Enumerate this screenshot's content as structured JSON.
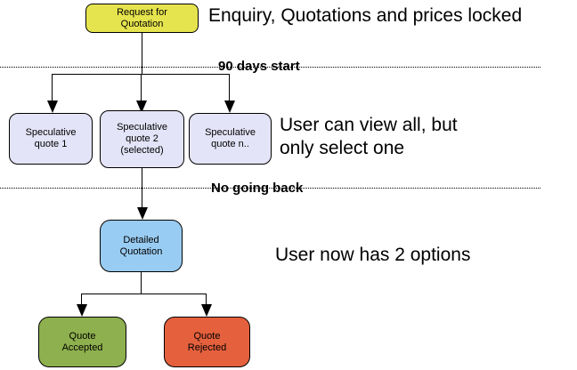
{
  "flowchart": {
    "nodes": [
      {
        "id": "request-for-quotation",
        "label": "Request for\nQuotation",
        "fill": "#e6e44e"
      },
      {
        "id": "speculative-quote-1",
        "label": "Speculative\nquote 1",
        "fill": "#e4e4f8"
      },
      {
        "id": "speculative-quote-2",
        "label": "Speculative\nquote 2\n(selected)",
        "fill": "#e4e4f8"
      },
      {
        "id": "speculative-quote-n",
        "label": "Speculative\nquote n..",
        "fill": "#e4e4f8"
      },
      {
        "id": "detailed-quotation",
        "label": "Detailed\nQuotation",
        "fill": "#99ccf2"
      },
      {
        "id": "quote-accepted",
        "label": "Quote\nAccepted",
        "fill": "#8eb04e"
      },
      {
        "id": "quote-rejected",
        "label": "Quote\nRejected",
        "fill": "#e5603d"
      }
    ],
    "dividers": [
      {
        "id": "divider-90-days",
        "label": "90 days start"
      },
      {
        "id": "divider-no-go-back",
        "label": "No going back"
      }
    ],
    "annotations": [
      {
        "id": "annotation-top",
        "text": "Enquiry, Quotations and prices locked"
      },
      {
        "id": "annotation-middle",
        "text": "User can view all, but\nonly select one"
      },
      {
        "id": "annotation-bottom",
        "text": "User now has 2 options"
      }
    ],
    "colors": {
      "line": "#000000",
      "background": "#ffffff"
    }
  }
}
